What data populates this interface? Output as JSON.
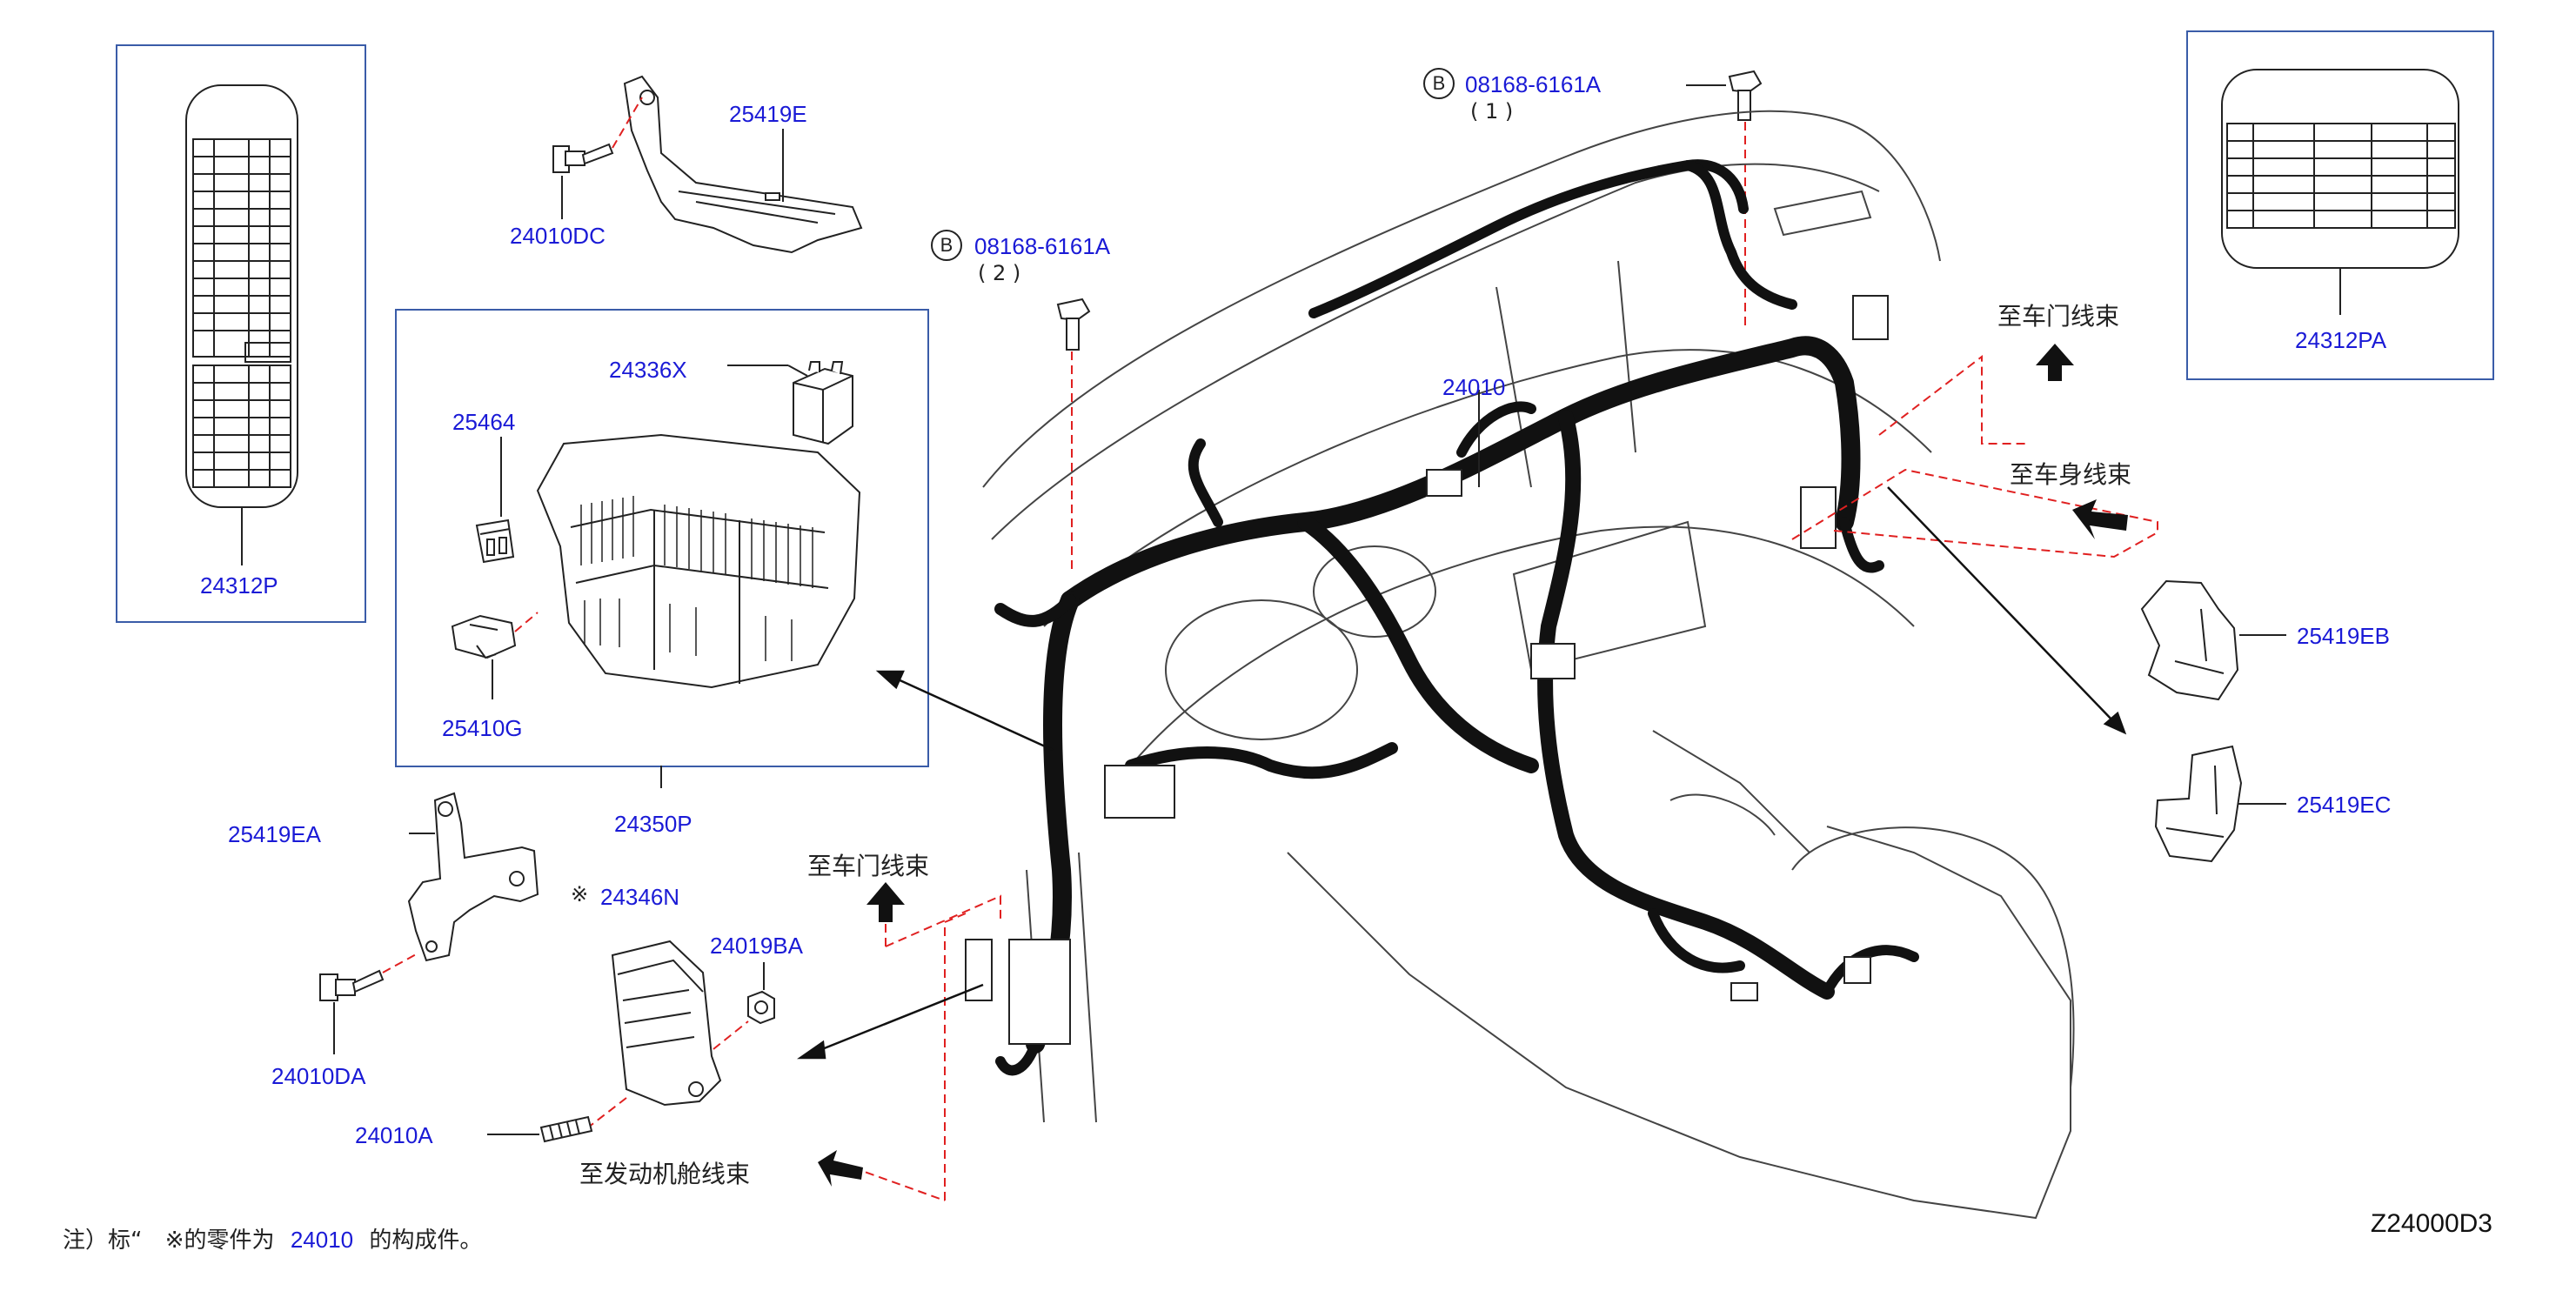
{
  "parts": {
    "p24312P": "24312P",
    "p24312PA": "24312PA",
    "p25419E": "25419E",
    "p24010DC": "24010DC",
    "p08168_1": "08168-6161A",
    "p08168_2": "08168-6161A",
    "p24336X": "24336X",
    "p25464": "25464",
    "p25410G": "25410G",
    "p24350P": "24350P",
    "p24010": "24010",
    "p25419EB": "25419EB",
    "p25419EC": "25419EC",
    "p25419EA": "25419EA",
    "p24346N": "24346N",
    "p24019BA": "24019BA",
    "p24010DA": "24010DA",
    "p24010A": "24010A"
  },
  "markers": {
    "bolt_symbol": "B",
    "qty1": "( 1 )",
    "qty2": "( 2 )",
    "asterisk": "※"
  },
  "directions": {
    "door_harness_right": "至车门线束",
    "body_harness": "至车身线束",
    "door_harness_left": "至车门线束",
    "engine_harness": "至发动机舱线束"
  },
  "note": {
    "prefix": "注）标“",
    "mid": "※的零件为",
    "part": "24010",
    "suffix": "的构成件。"
  },
  "diagram_code": "Z24000D3",
  "colors": {
    "part_label": "#1a1ad6",
    "leader_dash": "#e02020",
    "line": "#222222",
    "harness": "#111111"
  }
}
